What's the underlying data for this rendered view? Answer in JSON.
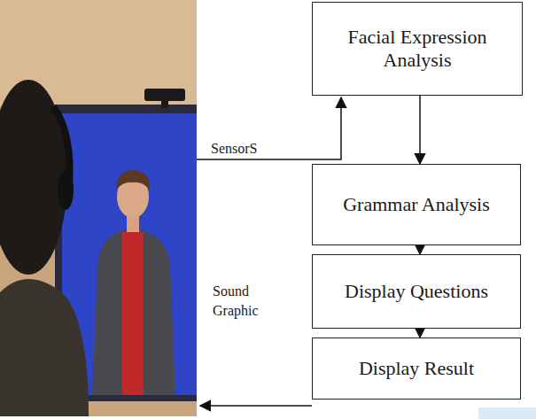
{
  "diagram": {
    "nodes": [
      {
        "text": [
          "Facial Expression Analysis"
        ]
      },
      {
        "text": [
          "Grammar Analysis"
        ]
      },
      {
        "text": [
          "Display Questions"
        ]
      },
      {
        "text": [
          "Display Result"
        ]
      }
    ],
    "edges": [
      {
        "from": 0,
        "to": 1,
        "arrow": "to"
      },
      {
        "from": 1,
        "to": 2,
        "arrow": "to"
      },
      {
        "from": 2,
        "to": 3,
        "arrow": "to"
      }
    ],
    "labels": [
      "SensorS",
      "Sound Graphic"
    ]
  }
}
